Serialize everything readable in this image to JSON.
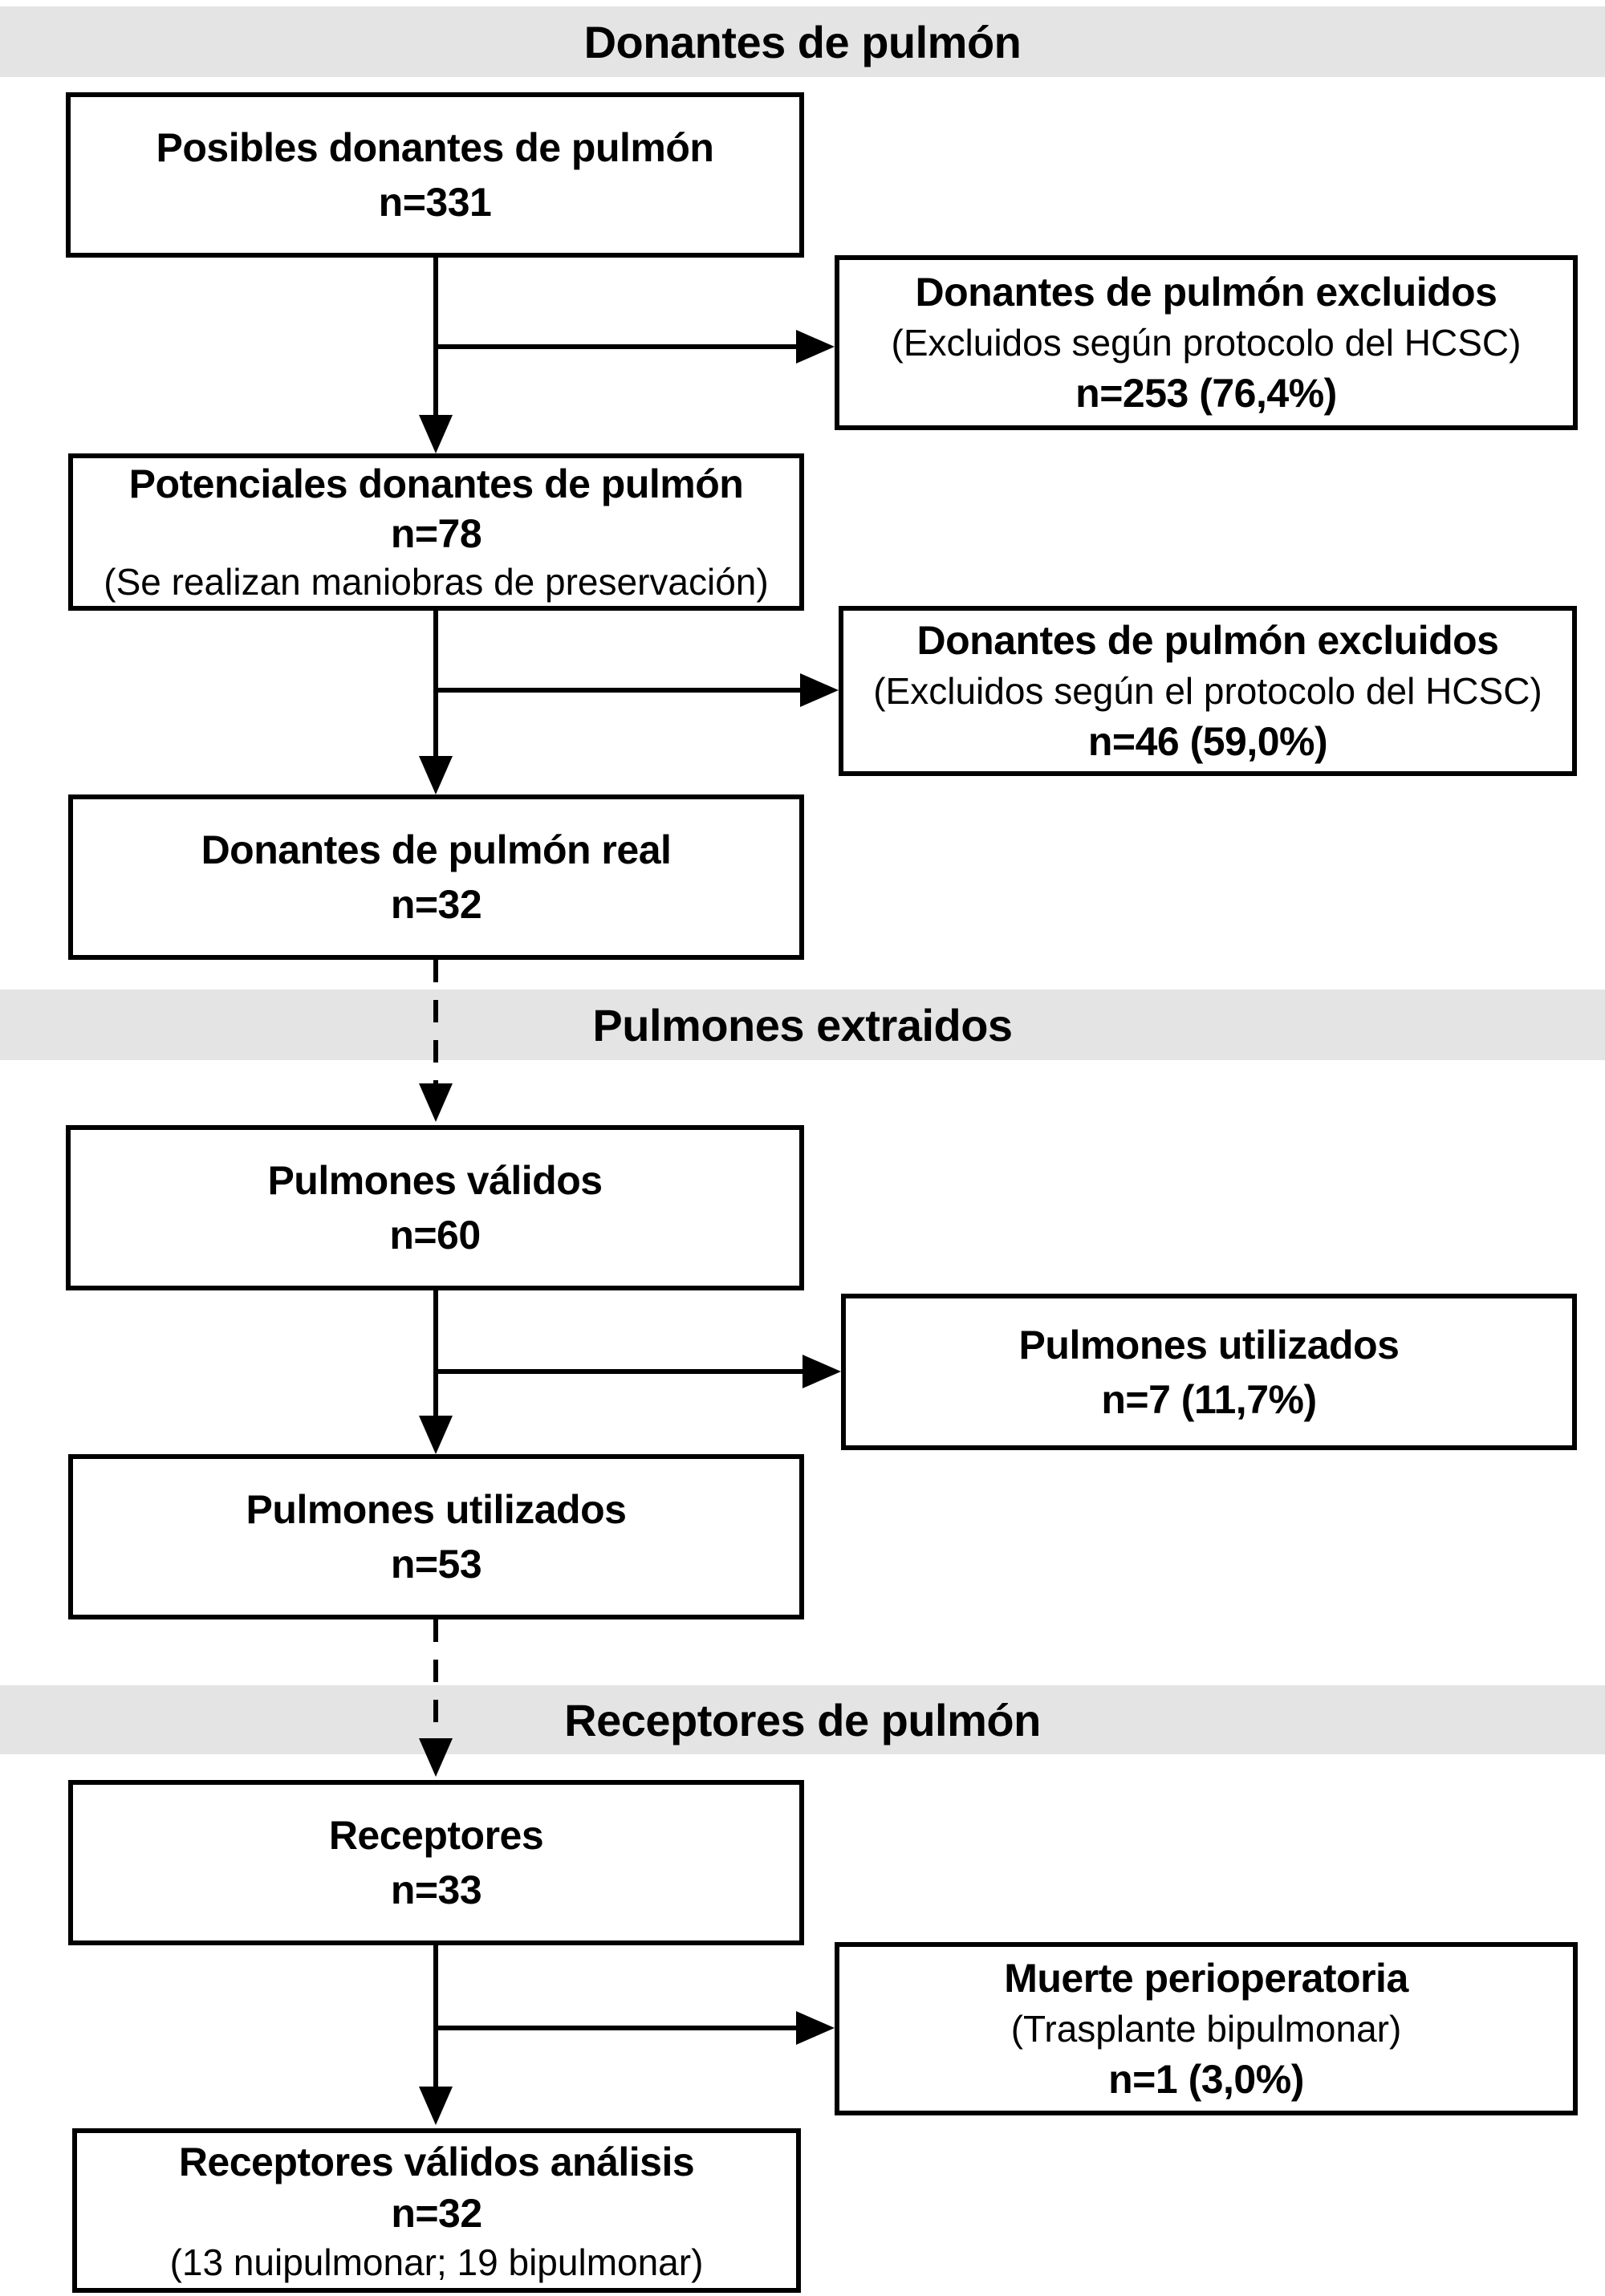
{
  "colors": {
    "band_background": "#e4e4e4",
    "line": "#000000",
    "box_background": "#ffffff",
    "text": "#000000"
  },
  "bands": {
    "donantes": {
      "title": "Donantes de pulmón"
    },
    "pulmones": {
      "title": "Pulmones extraidos"
    },
    "receptores": {
      "title": "Receptores de pulmón"
    }
  },
  "boxes": {
    "posibles": {
      "line1": "Posibles donantes de pulmón",
      "line2": "n=331"
    },
    "excluidos1": {
      "line1": "Donantes de pulmón excluidos",
      "line2": "(Excluidos según protocolo del HCSC)",
      "line3": "n=253 (76,4%)"
    },
    "potenciales": {
      "line1": "Potenciales donantes de pulmón",
      "line2": "n=78",
      "line3": "(Se realizan maniobras de preservación)"
    },
    "excluidos2": {
      "line1": "Donantes de pulmón excluidos",
      "line2": "(Excluidos según el protocolo del HCSC)",
      "line3": "n=46 (59,0%)"
    },
    "reales": {
      "line1": "Donantes de pulmón real",
      "line2": "n=32"
    },
    "validos": {
      "line1": "Pulmones válidos",
      "line2": "n=60"
    },
    "descartados": {
      "line1": "Pulmones utilizados",
      "line2": "n=7 (11,7%)"
    },
    "utilizados": {
      "line1": "Pulmones utilizados",
      "line2": "n=53"
    },
    "receptores": {
      "line1": "Receptores",
      "line2": "n=33"
    },
    "muerte": {
      "line1": "Muerte perioperatoria",
      "line2": "(Trasplante bipulmonar)",
      "line3": "n=1 (3,0%)"
    },
    "receptores_validos": {
      "line1": "Receptores válidos análisis",
      "line2": "n=32",
      "line3": "(13 nuipulmonar; 19 bipulmonar)"
    }
  }
}
